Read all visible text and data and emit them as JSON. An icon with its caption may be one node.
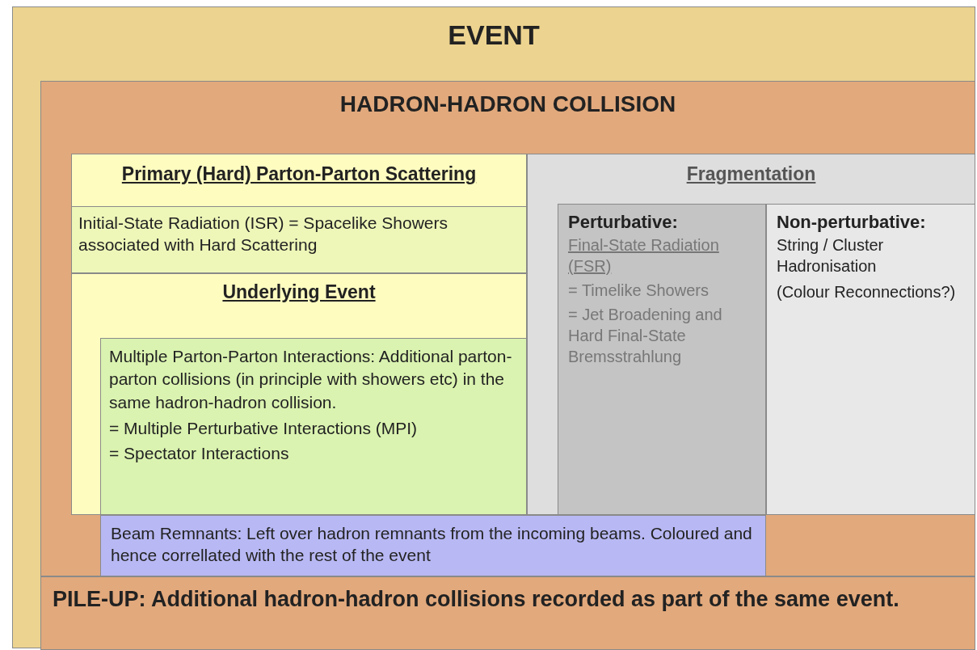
{
  "diagram": {
    "nodes": [
      {
        "text": [
          "EVENT"
        ]
      },
      {
        "text": [
          "HADRON-HADRON COLLISION"
        ],
        "in": 0
      },
      {
        "text": [
          "Primary (Hard) Parton-Parton Scattering"
        ],
        "in": 1
      },
      {
        "text": [
          "Initial-State Radiation (ISR) = Spacelike Showers associated with Hard Scattering"
        ],
        "in": 2
      },
      {
        "text": [
          "Underlying Event"
        ],
        "in": 2
      },
      {
        "text": [
          "Multiple Parton-Parton Interactions: Additional parton-parton collisions (in principle with showers etc) in the same hadron-hadron collision.",
          "= Multiple Perturbative Interactions (MPI)",
          "= Spectator Interactions"
        ],
        "in": 4
      },
      {
        "text": [
          "Beam Remnants: Left over hadron remnants from the incoming beams. Coloured and hence correllated with the rest of the event"
        ],
        "in": 1
      },
      {
        "text": [
          "Fragmentation"
        ],
        "in": 1
      },
      {
        "text": [
          "Perturbative:",
          "Final-State Radiation (FSR)",
          "= Timelike Showers",
          "= Jet Broadening and Hard Final-State Bremsstrahlung"
        ],
        "in": 7
      },
      {
        "text": [
          "Non-perturbative:",
          "String / Cluster Hadronisation",
          "(Colour Reconnections?)"
        ],
        "in": 7
      },
      {
        "text": [
          "PILE-UP: Additional hadron-hadron collisions recorded as part of the same event."
        ],
        "in": 0
      }
    ],
    "edges": []
  }
}
